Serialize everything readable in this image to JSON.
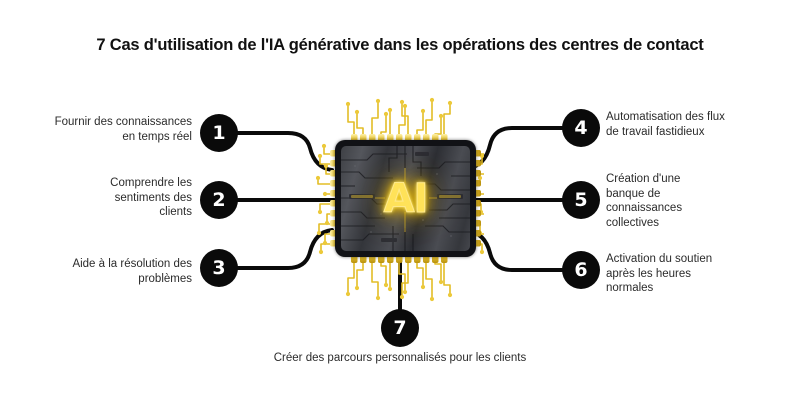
{
  "page": {
    "title": "7 Cas d'utilisation de l'IA générative dans les opérations des centres de contact",
    "background_color": "#ffffff",
    "accent_color": "#f0b90b",
    "node_color": "#0a0a0a",
    "text_color": "#2b2b2b"
  },
  "center": {
    "icon": "ai-microchip-icon",
    "chip_label": "AI",
    "chip_body_color": "#111216",
    "chip_surface_color": "#45474d",
    "pin_color": "#e8c22e"
  },
  "items": [
    {
      "number": "1",
      "label": "Fournir des connaissances\nen temps réel",
      "side": "left"
    },
    {
      "number": "2",
      "label": "Comprendre les\nsentiments des\nclients",
      "side": "left"
    },
    {
      "number": "3",
      "label": "Aide à la résolution des\nproblèmes",
      "side": "left"
    },
    {
      "number": "4",
      "label": "Automatisation des flux\nde travail fastidieux",
      "side": "right"
    },
    {
      "number": "5",
      "label": "Création d'une\nbanque de\nconnaissances\ncollectives",
      "side": "right"
    },
    {
      "number": "6",
      "label": "Activation du soutien\naprès les heures\nnormales",
      "side": "right"
    },
    {
      "number": "7",
      "label": "Créer des parcours personnalisés pour les clients",
      "side": "bottom"
    }
  ]
}
